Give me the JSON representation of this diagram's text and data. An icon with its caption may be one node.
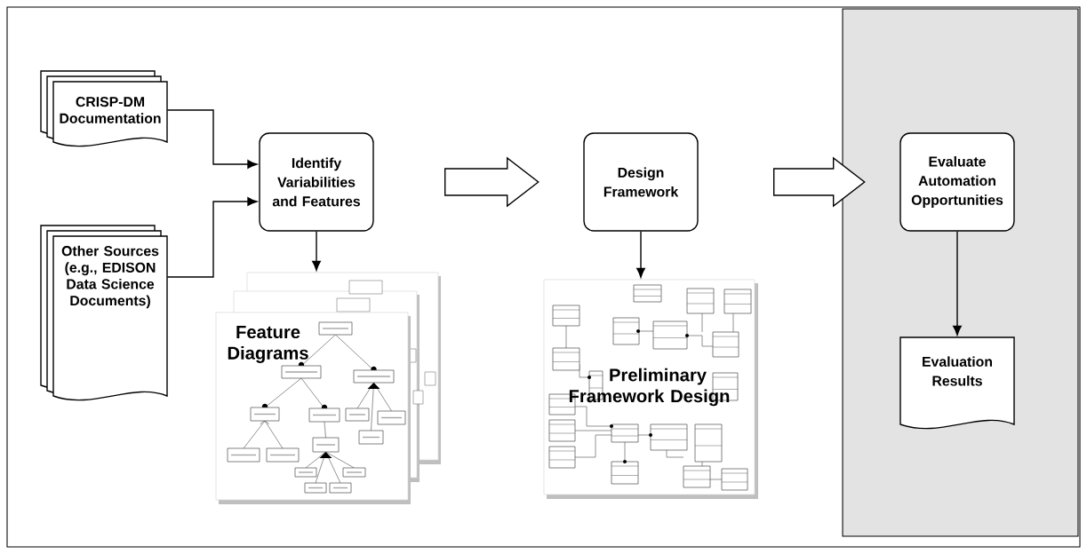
{
  "diagram": {
    "nodes": [
      {
        "text": [
          "CRISP-DM Documentation"
        ]
      },
      {
        "text": [
          "Other Sources (e.g., EDISON Data Science Documents)"
        ]
      },
      {
        "text": [
          "Identify Variabilities and Features"
        ]
      },
      {
        "text": [
          "Feature Diagrams"
        ]
      },
      {
        "text": [
          "Design Framework"
        ]
      },
      {
        "text": [
          "Preliminary Framework Design"
        ]
      },
      {
        "text": [],
        "shape": "box"
      },
      {
        "text": [
          "Evaluate Automation Opportunities"
        ],
        "in": 6
      },
      {
        "text": [
          "Evaluation Results"
        ],
        "in": 6
      }
    ],
    "edges": [
      {
        "from": 0,
        "to": 2,
        "arrow": "to"
      },
      {
        "from": 1,
        "to": 2,
        "arrow": "to"
      },
      {
        "from": 2,
        "to": 3,
        "arrow": "to"
      },
      {
        "from": 2,
        "to": 4,
        "arrow": "to",
        "style": "thick"
      },
      {
        "from": 4,
        "to": 5,
        "arrow": "to"
      },
      {
        "from": 4,
        "to": 7,
        "arrow": "to",
        "style": "thick"
      },
      {
        "from": 7,
        "to": 8,
        "arrow": "to"
      }
    ]
  }
}
